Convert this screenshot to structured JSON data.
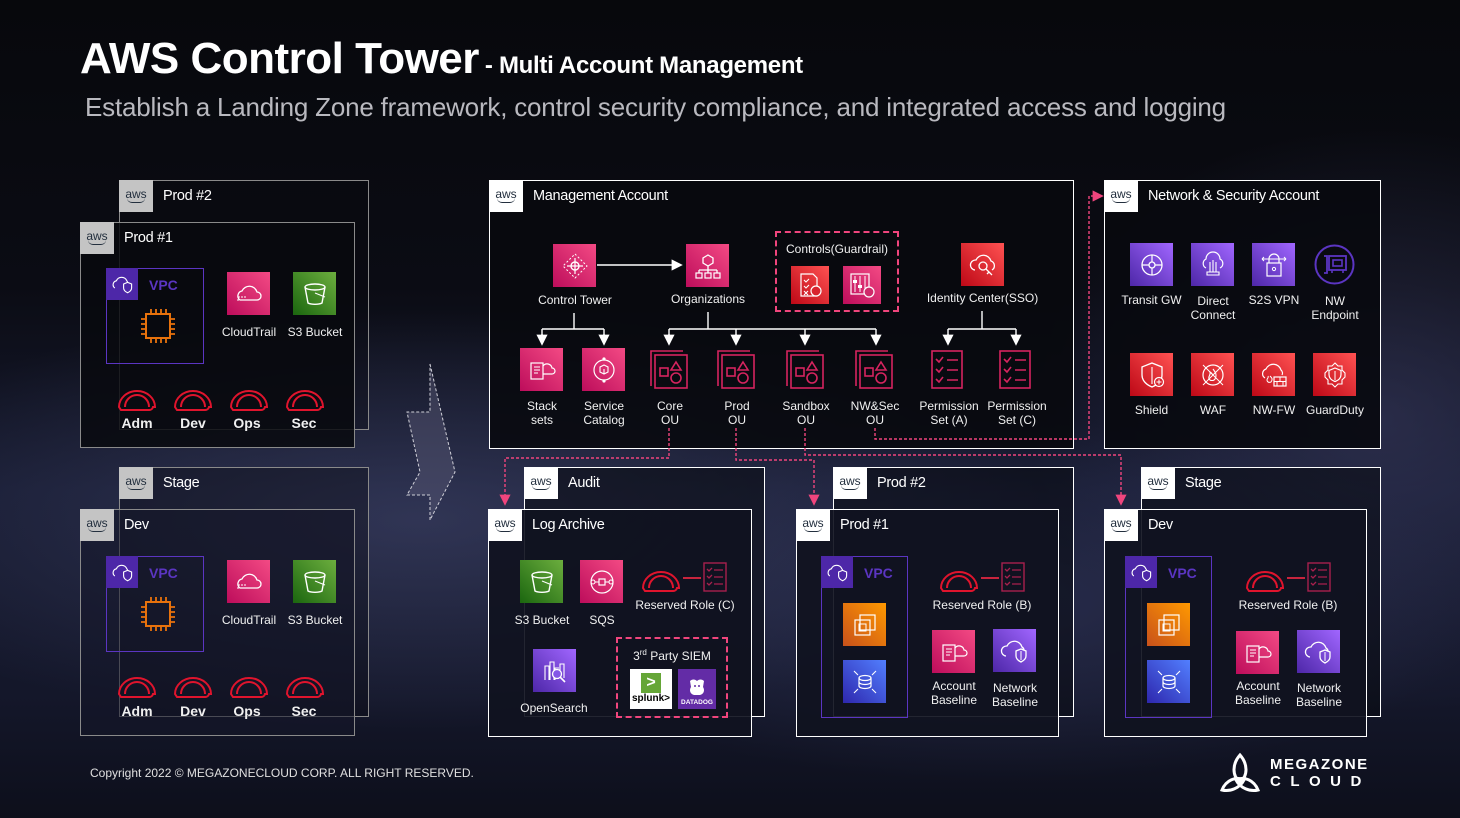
{
  "header": {
    "title": "AWS Control Tower",
    "title_suffix": "- Multi Account Management",
    "subtitle": "Establish a Landing Zone framework, control security compliance, and integrated access and logging"
  },
  "before": {
    "prod_group": {
      "back_account": "Prod #2",
      "front_account": "Prod #1",
      "vpc_label": "VPC",
      "services": [
        "CloudTrail",
        "S3 Bucket"
      ],
      "roles": [
        "Adm",
        "Dev",
        "Ops",
        "Sec"
      ]
    },
    "stage_group": {
      "back_account": "Stage",
      "front_account": "Dev",
      "vpc_label": "VPC",
      "services": [
        "CloudTrail",
        "S3 Bucket"
      ],
      "roles": [
        "Adm",
        "Dev",
        "Ops",
        "Sec"
      ]
    }
  },
  "management": {
    "title": "Management Account",
    "control_tower": "Control Tower",
    "organizations": "Organizations",
    "controls_label": "Controls(Guardrail)",
    "identity_center": "Identity Center(SSO)",
    "stack_sets": [
      "Stack",
      "sets"
    ],
    "service_catalog": [
      "Service",
      "Catalog"
    ],
    "ous": [
      {
        "line1": "Core",
        "line2": "OU"
      },
      {
        "line1": "Prod",
        "line2": "OU"
      },
      {
        "line1": "Sandbox",
        "line2": "OU"
      },
      {
        "line1": "NW&Sec",
        "line2": "OU"
      }
    ],
    "permission_sets": [
      {
        "line1": "Permission",
        "line2": "Set (A)"
      },
      {
        "line1": "Permission",
        "line2": "Set (C)"
      }
    ]
  },
  "network_security": {
    "title": "Network & Security Account",
    "row1": [
      {
        "line1": "Transit GW",
        "line2": ""
      },
      {
        "line1": "Direct",
        "line2": "Connect"
      },
      {
        "line1": "S2S VPN",
        "line2": ""
      },
      {
        "line1": "NW",
        "line2": "Endpoint"
      }
    ],
    "row2": [
      "Shield",
      "WAF",
      "NW-FW",
      "GuardDuty"
    ]
  },
  "core_ou": {
    "back_account": "Audit",
    "front_account": "Log Archive",
    "s3": "S3 Bucket",
    "sqs": "SQS",
    "reserved_role": "Reserved Role (C)",
    "opensearch": "OpenSearch",
    "siem_label": "3rd Party SIEM",
    "siem_superscript": "rd",
    "siem_vendors": [
      "splunk>",
      "DATADOG"
    ]
  },
  "prod_ou": {
    "back_account": "Prod #2",
    "front_account": "Prod #1",
    "vpc_label": "VPC",
    "reserved_role": "Reserved Role (B)",
    "account_baseline": [
      "Account",
      "Baseline"
    ],
    "network_baseline": [
      "Network",
      "Baseline"
    ]
  },
  "sandbox_ou": {
    "back_account": "Stage",
    "front_account": "Dev",
    "vpc_label": "VPC",
    "reserved_role": "Reserved Role (B)",
    "account_baseline": [
      "Account",
      "Baseline"
    ],
    "network_baseline": [
      "Network",
      "Baseline"
    ]
  },
  "footer": {
    "copyright": "Copyright 2022 © MEGAZONECLOUD  CORP. ALL RIGHT RESERVED.",
    "logo_line1": "MEGAZONE",
    "logo_line2": "CLOUD"
  },
  "colors": {
    "accent_pink": "#f0457d",
    "security_red": "#dd344c",
    "network_purple": "#8c4fff",
    "storage_green": "#3f8624",
    "compute_orange": "#ed7100"
  }
}
